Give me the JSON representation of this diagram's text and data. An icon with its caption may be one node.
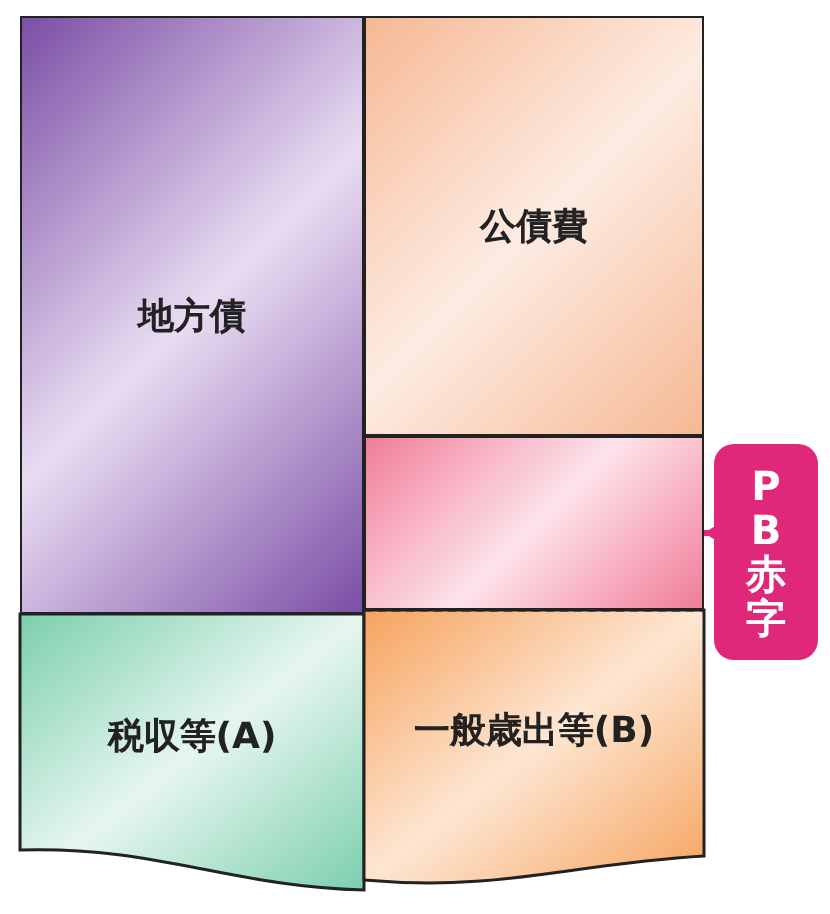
{
  "diagram": {
    "nodes": [
      {
        "text": [
          "地方債"
        ]
      },
      {
        "text": [
          "税収等(A)"
        ]
      },
      {
        "text": [
          "公債費"
        ]
      },
      {
        "text": [],
        "shape": "box"
      },
      {
        "text": [
          "一般歳出等(B)"
        ]
      },
      {
        "text": [
          "PB赤字"
        ]
      }
    ],
    "edges": [
      {
        "from": 5,
        "to": 3,
        "arrow": "to",
        "color": "#e0287a"
      }
    ]
  }
}
